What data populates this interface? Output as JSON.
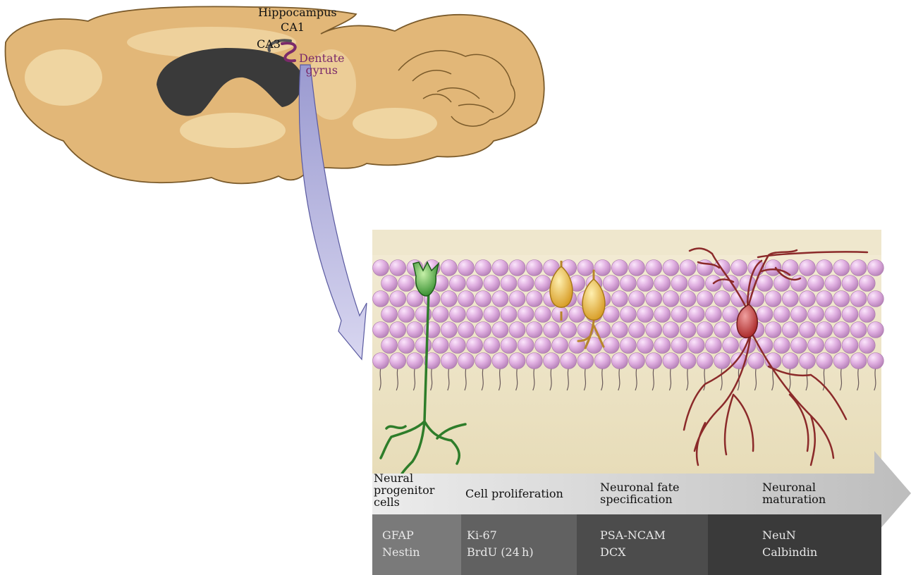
{
  "brain": {
    "labels": {
      "hippocampus": "Hippocampus",
      "ca1": "CA1",
      "ca3": "CA3",
      "dentate_gyrus": "Dentate\ngyrus"
    }
  },
  "stages": [
    {
      "name": "Neural\nprogenitor\ncells",
      "markers": "GFAP\nNestin"
    },
    {
      "name": "Cell proliferation",
      "markers": "Ki-67\nBrdU (24 h)"
    },
    {
      "name": "Neuronal fate\nspecification",
      "markers": "PSA-NCAM\nDCX"
    },
    {
      "name": "Neuronal\nmaturation",
      "markers": "NeuN\nCalbindin"
    }
  ],
  "colors": {
    "brain_fill": "#e2b778",
    "brain_highlight": "#f3dcab",
    "ventricle": "#3a3a3a",
    "dentate_gyrus": "#7a2a6a",
    "granule_cells": "#d7a8d6",
    "progenitor_cell": "#3d9a3a",
    "immature_neuron": "#e6b43a",
    "mature_neuron": "#8b2a2a",
    "marker_band": [
      "#7a7a7a",
      "#616161",
      "#4c4c4c",
      "#3a3a3a"
    ]
  }
}
